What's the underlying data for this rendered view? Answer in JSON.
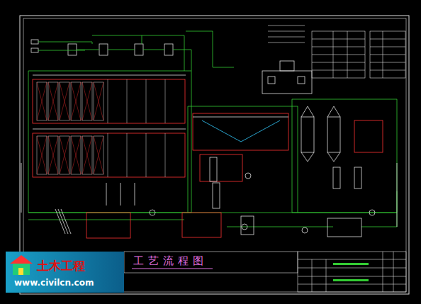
{
  "diagram": {
    "title": "工艺流程图",
    "labels": [
      "土木工程",
      "www.civilcn.com"
    ]
  }
}
